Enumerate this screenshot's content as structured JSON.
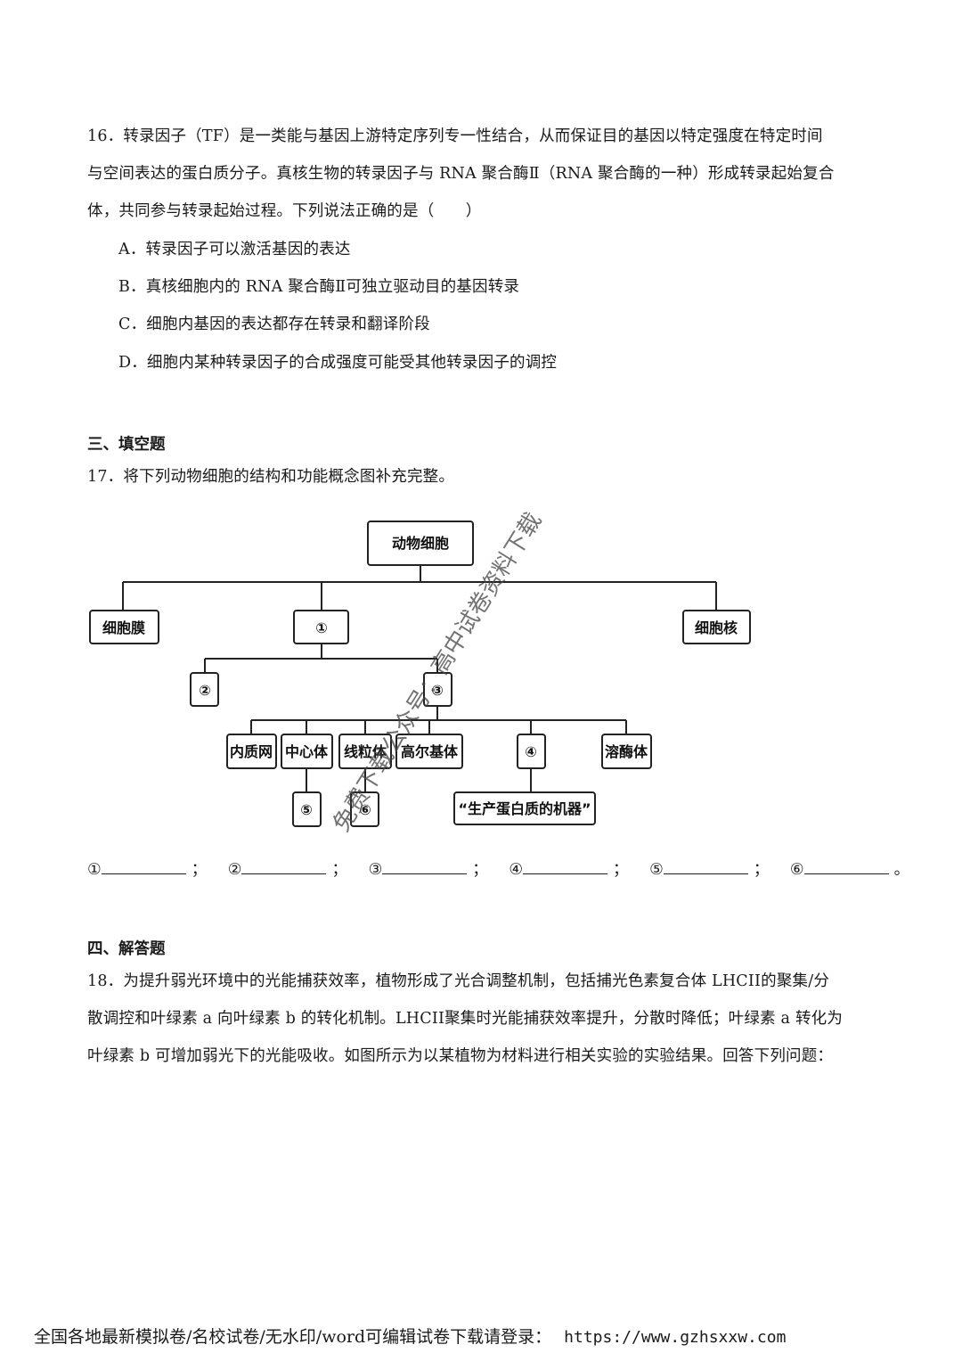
{
  "q16": {
    "lines": [
      "16．转录因子（TF）是一类能与基因上游特定序列专一性结合，从而保证目的基因以特定强度在特定时间",
      "与空间表达的蛋白质分子。真核生物的转录因子与 RNA 聚合酶Ⅱ（RNA 聚合酶的一种）形成转录起始复合",
      "体，共同参与转录起始过程。下列说法正确的是（　　）"
    ],
    "options": [
      "A．转录因子可以激活基因的表达",
      "B．真核细胞内的 RNA 聚合酶Ⅱ可独立驱动目的基因转录",
      "C．细胞内基因的表达都存在转录和翻译阶段",
      "D．细胞内某种转录因子的合成强度可能受其他转录因子的调控"
    ]
  },
  "section3": {
    "title": "三、填空题"
  },
  "q17": {
    "text": "17．将下列动物细胞的结构和功能概念图补充完整。",
    "diagram": {
      "root": "动物细胞",
      "membrane": "细胞膜",
      "n1": "①",
      "nucleus": "细胞核",
      "n2": "②",
      "n3": "③",
      "er": "内质网",
      "centrosome": "中心体",
      "mito": "线粒体",
      "golgi": "高尔基体",
      "n4": "④",
      "lysosome": "溶酶体",
      "n5": "⑤",
      "n6": "⑥",
      "machine": "“生产蛋白质的机器”"
    },
    "answers": [
      "①",
      "②",
      "③",
      "④",
      "⑤",
      "⑥"
    ],
    "answer_sep": "；",
    "answer_end": "。"
  },
  "watermark": "免费下载公众号：高中试卷资料下载",
  "section4": {
    "title": "四、解答题"
  },
  "q18": {
    "lines": [
      "18．为提升弱光环境中的光能捕获效率，植物形成了光合调整机制，包括捕光色素复合体 LHCII的聚集/分",
      "散调控和叶绿素 a 向叶绿素 b 的转化机制。LHCII聚集时光能捕获效率提升，分散时降低；叶绿素 a 转化为",
      "叶绿素 b 可增加弱光下的光能吸收。如图所示为以某植物为材料进行相关实验的实验结果。回答下列问题："
    ]
  },
  "footer": {
    "text": "全国各地最新模拟卷/名校试卷/无水印/word可编辑试卷下载请登录：",
    "url": "https://www.gzhsxxw.com"
  }
}
